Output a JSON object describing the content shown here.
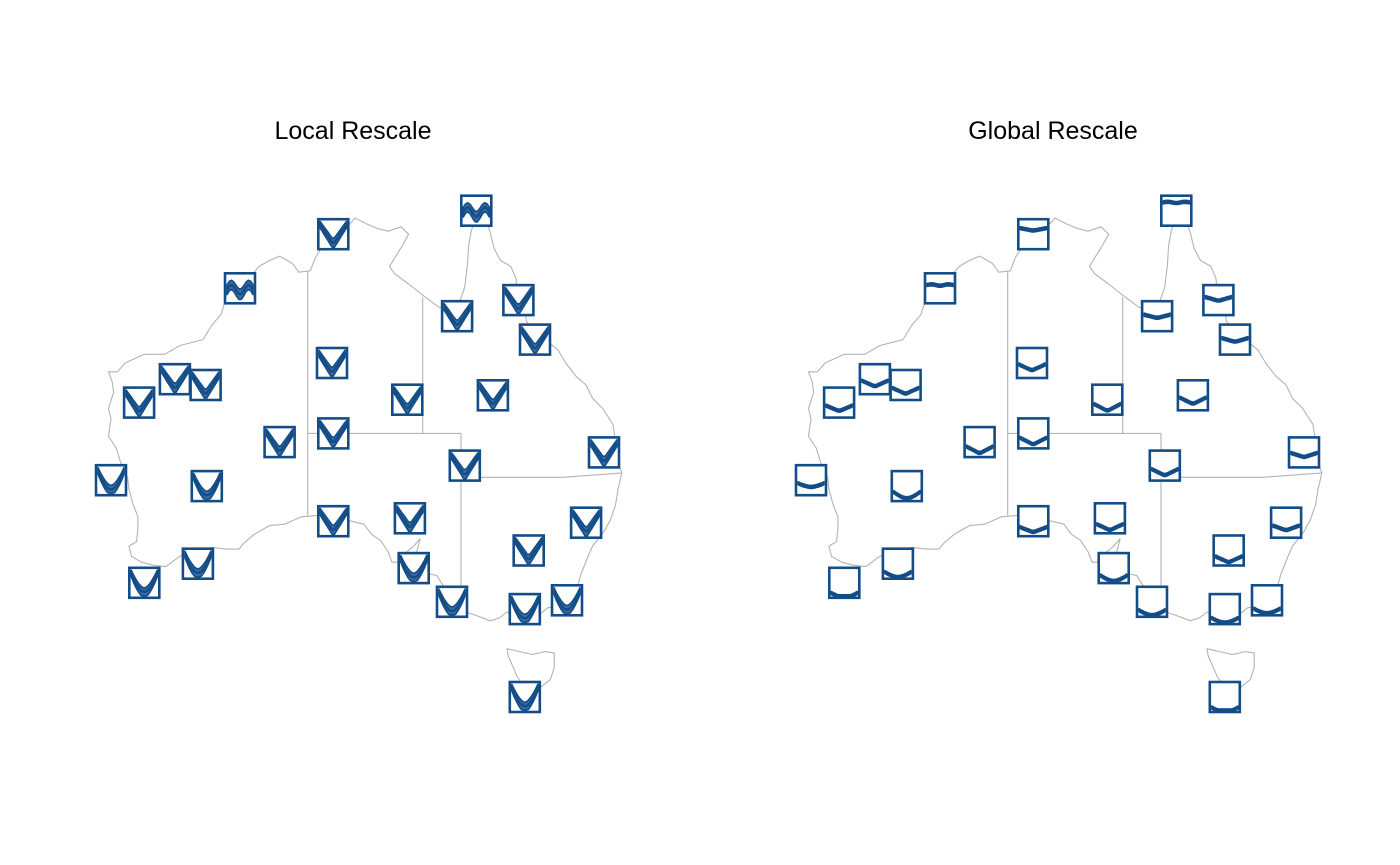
{
  "panels": [
    {
      "id": "local",
      "title": "Local Rescale",
      "scaling": "local"
    },
    {
      "id": "global",
      "title": "Global Rescale",
      "scaling": "global"
    }
  ],
  "colors": {
    "glyph": "#134d87",
    "glyph_fill": "#3a6aa3",
    "coastline": "#b3b3b3",
    "background": "#ffffff"
  },
  "map": {
    "region": "Australia",
    "lon_range": [
      112.5,
      154
    ],
    "lat_range": [
      -44,
      -10
    ],
    "coastline": [
      [
        113.4,
        -21.8
      ],
      [
        114.1,
        -21.8
      ],
      [
        114.7,
        -21.2
      ],
      [
        116.2,
        -20.6
      ],
      [
        117.8,
        -20.6
      ],
      [
        119.0,
        -20.0
      ],
      [
        120.8,
        -19.6
      ],
      [
        121.5,
        -18.6
      ],
      [
        122.2,
        -17.9
      ],
      [
        122.6,
        -16.8
      ],
      [
        123.5,
        -16.6
      ],
      [
        123.8,
        -16.0
      ],
      [
        124.5,
        -15.3
      ],
      [
        125.2,
        -14.6
      ],
      [
        126.0,
        -14.2
      ],
      [
        126.8,
        -13.9
      ],
      [
        127.8,
        -14.4
      ],
      [
        128.3,
        -15.0
      ],
      [
        129.2,
        -14.9
      ],
      [
        129.6,
        -14.0
      ],
      [
        130.2,
        -13.2
      ],
      [
        130.9,
        -12.4
      ],
      [
        131.5,
        -12.2
      ],
      [
        132.3,
        -11.7
      ],
      [
        132.7,
        -11.3
      ],
      [
        133.6,
        -11.7
      ],
      [
        134.4,
        -12.0
      ],
      [
        135.3,
        -12.2
      ],
      [
        136.3,
        -11.9
      ],
      [
        136.9,
        -12.4
      ],
      [
        136.4,
        -13.2
      ],
      [
        135.9,
        -13.9
      ],
      [
        135.4,
        -14.6
      ],
      [
        135.8,
        -15.1
      ],
      [
        136.9,
        -15.8
      ],
      [
        138.2,
        -16.7
      ],
      [
        139.3,
        -17.4
      ],
      [
        140.3,
        -17.6
      ],
      [
        140.9,
        -17.0
      ],
      [
        141.3,
        -16.0
      ],
      [
        141.5,
        -14.5
      ],
      [
        141.6,
        -13.2
      ],
      [
        141.8,
        -12.2
      ],
      [
        142.1,
        -11.4
      ],
      [
        142.5,
        -10.7
      ],
      [
        142.9,
        -11.3
      ],
      [
        143.3,
        -12.3
      ],
      [
        143.6,
        -13.4
      ],
      [
        144.1,
        -14.2
      ],
      [
        144.9,
        -14.6
      ],
      [
        145.3,
        -15.4
      ],
      [
        145.4,
        -16.3
      ],
      [
        146.0,
        -17.0
      ],
      [
        146.1,
        -18.3
      ],
      [
        146.6,
        -19.0
      ],
      [
        147.6,
        -19.6
      ],
      [
        148.6,
        -20.3
      ],
      [
        149.2,
        -21.2
      ],
      [
        150.0,
        -22.1
      ],
      [
        150.8,
        -22.7
      ],
      [
        151.3,
        -23.6
      ],
      [
        152.1,
        -24.3
      ],
      [
        152.9,
        -25.4
      ],
      [
        153.1,
        -26.5
      ],
      [
        153.2,
        -27.8
      ],
      [
        153.6,
        -28.7
      ],
      [
        153.3,
        -29.8
      ],
      [
        153.1,
        -30.9
      ],
      [
        152.7,
        -31.9
      ],
      [
        152.2,
        -32.7
      ],
      [
        151.3,
        -33.7
      ],
      [
        150.9,
        -34.5
      ],
      [
        150.4,
        -35.6
      ],
      [
        150.1,
        -36.5
      ],
      [
        149.9,
        -37.5
      ],
      [
        149.0,
        -37.8
      ],
      [
        147.8,
        -37.9
      ],
      [
        146.8,
        -38.6
      ],
      [
        146.2,
        -39.1
      ],
      [
        145.3,
        -38.5
      ],
      [
        144.6,
        -38.2
      ],
      [
        144.0,
        -38.6
      ],
      [
        143.3,
        -38.8
      ],
      [
        142.1,
        -38.4
      ],
      [
        141.0,
        -38.1
      ],
      [
        140.3,
        -37.8
      ],
      [
        139.8,
        -37.3
      ],
      [
        139.6,
        -36.4
      ],
      [
        139.1,
        -35.7
      ],
      [
        138.5,
        -35.6
      ],
      [
        138.3,
        -35.0
      ],
      [
        138.0,
        -34.3
      ],
      [
        137.6,
        -35.1
      ],
      [
        137.0,
        -35.2
      ],
      [
        137.5,
        -34.2
      ],
      [
        137.8,
        -33.2
      ],
      [
        137.3,
        -33.7
      ],
      [
        136.6,
        -34.2
      ],
      [
        136.0,
        -34.8
      ],
      [
        135.6,
        -34.8
      ],
      [
        135.3,
        -34.1
      ],
      [
        134.7,
        -33.3
      ],
      [
        134.0,
        -32.9
      ],
      [
        133.4,
        -32.2
      ],
      [
        132.4,
        -32.0
      ],
      [
        131.1,
        -31.5
      ],
      [
        129.8,
        -31.6
      ],
      [
        128.5,
        -31.7
      ],
      [
        127.2,
        -32.2
      ],
      [
        126.0,
        -32.3
      ],
      [
        124.8,
        -32.9
      ],
      [
        124.0,
        -33.5
      ],
      [
        123.6,
        -33.9
      ],
      [
        122.6,
        -33.9
      ],
      [
        121.6,
        -33.8
      ],
      [
        120.6,
        -33.9
      ],
      [
        119.7,
        -34.0
      ],
      [
        118.8,
        -34.5
      ],
      [
        117.9,
        -35.1
      ],
      [
        116.9,
        -35.0
      ],
      [
        116.0,
        -34.8
      ],
      [
        115.2,
        -34.4
      ],
      [
        115.0,
        -33.7
      ],
      [
        115.6,
        -33.4
      ],
      [
        115.7,
        -32.5
      ],
      [
        115.7,
        -31.7
      ],
      [
        115.3,
        -30.8
      ],
      [
        115.0,
        -29.8
      ],
      [
        114.9,
        -29.0
      ],
      [
        114.5,
        -28.4
      ],
      [
        114.0,
        -27.0
      ],
      [
        113.4,
        -26.2
      ],
      [
        113.6,
        -25.0
      ],
      [
        113.4,
        -24.3
      ],
      [
        113.8,
        -23.2
      ],
      [
        113.7,
        -22.5
      ]
    ],
    "tasmania": [
      [
        144.6,
        -40.7
      ],
      [
        145.6,
        -40.9
      ],
      [
        146.6,
        -41.1
      ],
      [
        147.6,
        -40.9
      ],
      [
        148.3,
        -41.0
      ],
      [
        148.3,
        -42.0
      ],
      [
        148.0,
        -42.8
      ],
      [
        147.3,
        -43.3
      ],
      [
        146.6,
        -43.6
      ],
      [
        146.0,
        -43.4
      ],
      [
        145.4,
        -42.6
      ],
      [
        145.0,
        -41.8
      ],
      [
        144.7,
        -41.2
      ]
    ],
    "borders": [
      [
        [
          129,
          -14.9
        ],
        [
          129,
          -31.6
        ]
      ],
      [
        [
          129,
          -26
        ],
        [
          141,
          -26
        ]
      ],
      [
        [
          138,
          -16.7
        ],
        [
          138,
          -26
        ]
      ],
      [
        [
          141,
          -26
        ],
        [
          141,
          -38.1
        ]
      ],
      [
        [
          141,
          -29
        ],
        [
          149,
          -29
        ],
        [
          153.6,
          -28.7
        ]
      ]
    ]
  },
  "chart_data": {
    "type": "glyph-map",
    "glyph_type": "ribbon",
    "x_axis": "month",
    "y_axis": "temperature",
    "scalings": [
      "local",
      "global"
    ],
    "stations": [
      {
        "id": "s01",
        "lon": 142.2,
        "lat": -10.8,
        "profile": "flat_high",
        "amp": 0.3,
        "level": 0.82
      },
      {
        "id": "s02",
        "lon": 131.0,
        "lat": -12.4,
        "profile": "v",
        "amp": 0.3,
        "level": 0.7
      },
      {
        "id": "s03",
        "lon": 123.7,
        "lat": -16.1,
        "profile": "flat_high",
        "amp": 0.35,
        "level": 0.66
      },
      {
        "id": "s04",
        "lon": 140.7,
        "lat": -18.0,
        "profile": "v",
        "amp": 0.4,
        "level": 0.55
      },
      {
        "id": "s05",
        "lon": 145.5,
        "lat": -16.9,
        "profile": "v",
        "amp": 0.45,
        "level": 0.6
      },
      {
        "id": "s06",
        "lon": 146.8,
        "lat": -19.6,
        "profile": "v",
        "amp": 0.45,
        "level": 0.55
      },
      {
        "id": "s07",
        "lon": 130.9,
        "lat": -21.2,
        "profile": "v",
        "amp": 0.7,
        "level": 0.45
      },
      {
        "id": "s08",
        "lon": 118.6,
        "lat": -22.3,
        "profile": "v",
        "amp": 0.7,
        "level": 0.45
      },
      {
        "id": "s09",
        "lon": 115.8,
        "lat": -23.9,
        "profile": "v",
        "amp": 0.65,
        "level": 0.4
      },
      {
        "id": "s10",
        "lon": 121.0,
        "lat": -22.7,
        "profile": "v",
        "amp": 0.7,
        "level": 0.4
      },
      {
        "id": "s11",
        "lon": 136.8,
        "lat": -23.7,
        "profile": "v",
        "amp": 0.8,
        "level": 0.35
      },
      {
        "id": "s12",
        "lon": 143.5,
        "lat": -23.4,
        "profile": "v",
        "amp": 0.75,
        "level": 0.42
      },
      {
        "id": "s13",
        "lon": 126.8,
        "lat": -26.6,
        "profile": "v",
        "amp": 0.8,
        "level": 0.35
      },
      {
        "id": "s14",
        "lon": 131.0,
        "lat": -26.0,
        "profile": "v",
        "amp": 0.8,
        "level": 0.35
      },
      {
        "id": "s15",
        "lon": 113.6,
        "lat": -29.2,
        "profile": "u",
        "amp": 0.45,
        "level": 0.4
      },
      {
        "id": "s16",
        "lon": 121.1,
        "lat": -29.6,
        "profile": "u",
        "amp": 0.75,
        "level": 0.3
      },
      {
        "id": "s17",
        "lon": 141.3,
        "lat": -28.2,
        "profile": "v",
        "amp": 0.75,
        "level": 0.38
      },
      {
        "id": "s18",
        "lon": 152.2,
        "lat": -27.3,
        "profile": "v",
        "amp": 0.5,
        "level": 0.48
      },
      {
        "id": "s19",
        "lon": 150.8,
        "lat": -32.1,
        "profile": "v",
        "amp": 0.55,
        "level": 0.4
      },
      {
        "id": "s20",
        "lon": 146.3,
        "lat": -34.0,
        "profile": "v",
        "amp": 0.7,
        "level": 0.3
      },
      {
        "id": "s21",
        "lon": 131.0,
        "lat": -32.0,
        "profile": "v",
        "amp": 0.6,
        "level": 0.3
      },
      {
        "id": "s22",
        "lon": 137.0,
        "lat": -31.8,
        "profile": "v",
        "amp": 0.7,
        "level": 0.3
      },
      {
        "id": "s23",
        "lon": 120.4,
        "lat": -34.9,
        "profile": "u",
        "amp": 0.6,
        "level": 0.22
      },
      {
        "id": "s24",
        "lon": 116.2,
        "lat": -36.2,
        "profile": "u",
        "amp": 0.55,
        "level": 0.16
      },
      {
        "id": "s25",
        "lon": 137.3,
        "lat": -35.2,
        "profile": "u",
        "amp": 0.65,
        "level": 0.25
      },
      {
        "id": "s26",
        "lon": 140.3,
        "lat": -37.5,
        "profile": "u",
        "amp": 0.6,
        "level": 0.22
      },
      {
        "id": "s27",
        "lon": 146.0,
        "lat": -38.0,
        "profile": "u",
        "amp": 0.55,
        "level": 0.2
      },
      {
        "id": "s28",
        "lon": 149.3,
        "lat": -37.4,
        "profile": "u",
        "amp": 0.55,
        "level": 0.22
      },
      {
        "id": "s29",
        "lon": 146.0,
        "lat": -44.0,
        "profile": "u",
        "amp": 0.6,
        "level": 0.15
      }
    ]
  }
}
